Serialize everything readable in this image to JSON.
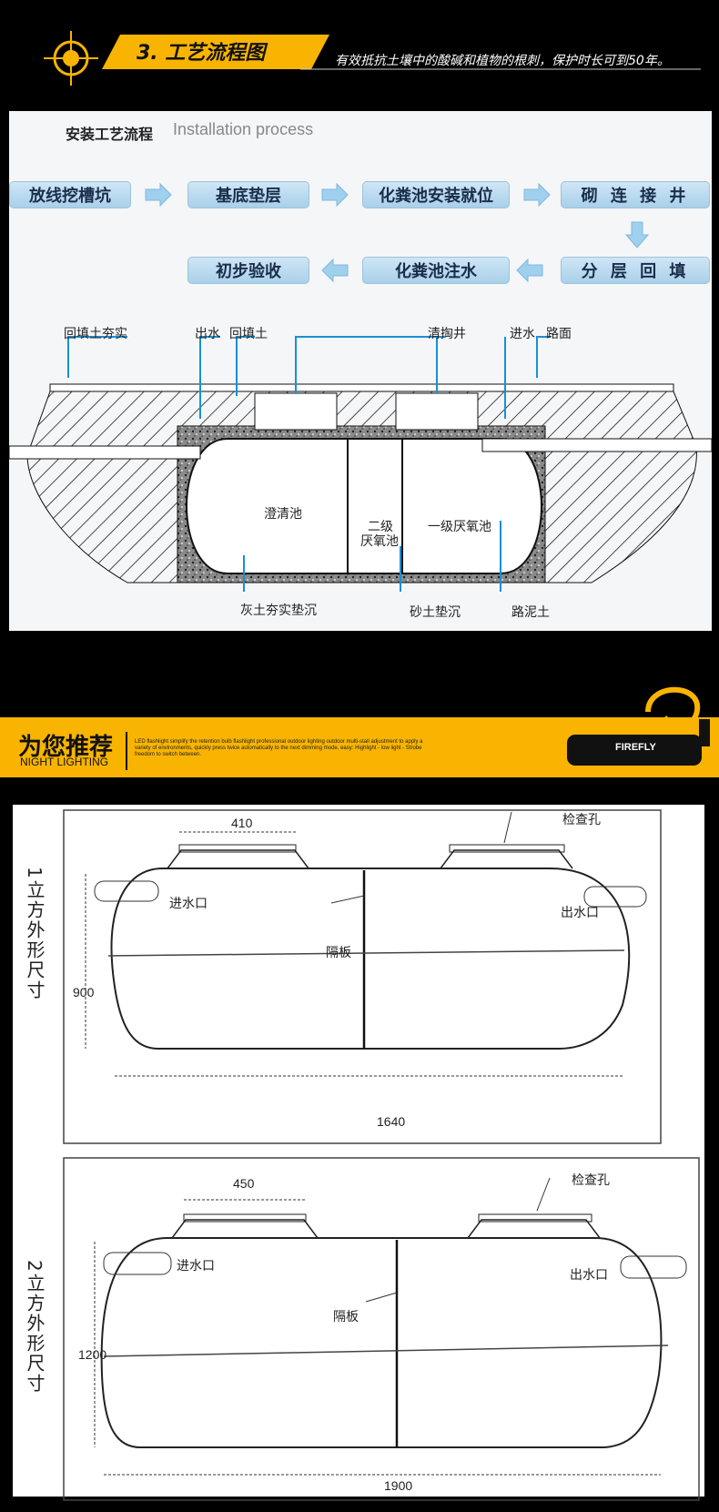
{
  "header": {
    "title": "3. 工艺流程图",
    "subtitle": "有效抵抗土壤中的酸碱和植物的根刺，保护时长可到50年。"
  },
  "installation": {
    "title_cn": "安装工艺流程",
    "title_en": "Installation process",
    "steps": [
      "放线挖槽坑",
      "基底垫层",
      "化粪池安装就位",
      "砌 连 接 井",
      "分 层 回 填",
      "化粪池注水",
      "初步验收"
    ],
    "labels": {
      "backfill_compact": "回填土夯实",
      "outlet": "出水",
      "backfill": "回填土",
      "cleanout": "清掏井",
      "inlet": "进水",
      "road": "路面",
      "clarifier": "澄清池",
      "secondary_1": "二级",
      "secondary_2": "厌氧池",
      "primary": "一级厌氧池",
      "lime_base": "灰土夯实垫沉",
      "sand_base": "砂土垫沉",
      "road_soil": "路泥土"
    }
  },
  "recommend": {
    "title_cn": "为您推荐",
    "title_en": "NIGHT LIGHTING",
    "desc": "LED flashlight simplify the retention bulb flashlight professional outdoor lighting outdoor multi-stall adjustment to apply a variety of environments, quickly press twice automatically to the next dimming mode, easy: Highlight - low light - Strobe freedom to switch between.",
    "logo": "FIREFLY"
  },
  "drawing1": {
    "side_label": "1立方外形尺寸",
    "top_dim": "410",
    "height_dim": "900",
    "length_dim": "1640",
    "inspection": "检查孔",
    "inlet": "进水口",
    "outlet": "出水口",
    "partition": "隔板"
  },
  "drawing2": {
    "side_label": "2立方外形尺寸",
    "top_dim": "450",
    "height_dim": "1200",
    "length_dim": "1900",
    "inspection": "检查孔",
    "inlet": "进水口",
    "outlet": "出水口",
    "partition": "隔板"
  },
  "colors": {
    "accent": "#f8b400",
    "step_fill": "#b7daf0",
    "arrow": "#9fd0ee",
    "callout": "#1a8fd6"
  }
}
